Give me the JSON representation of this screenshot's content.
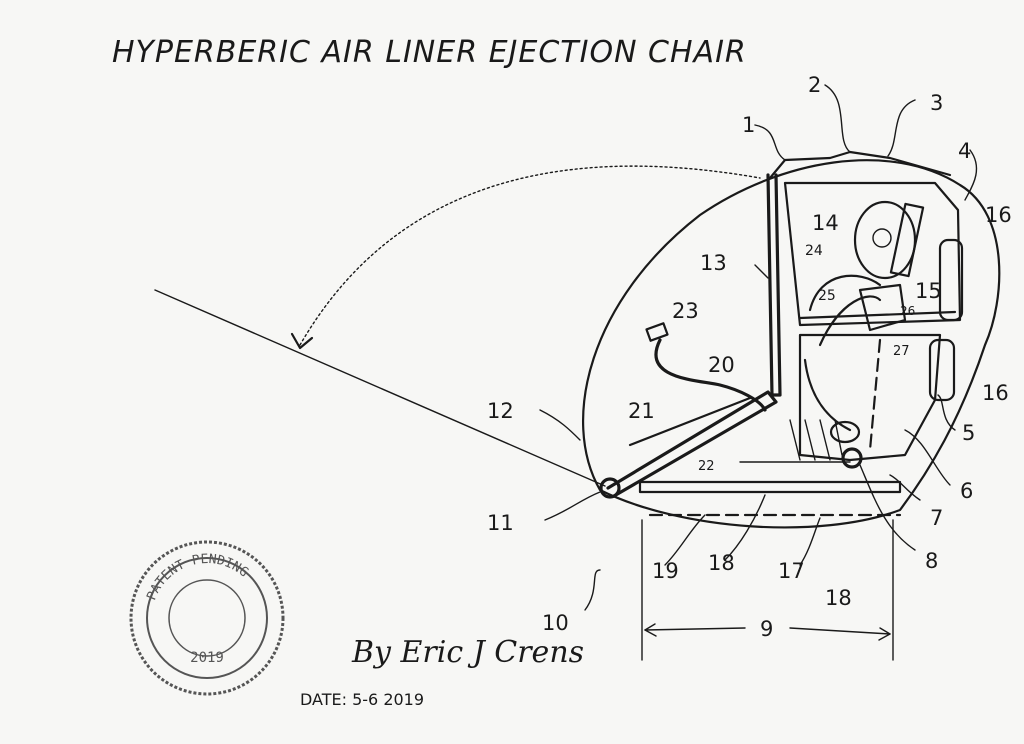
{
  "title": "HYPERBERIC AIR LINER EJECTION CHAIR",
  "callouts": [
    "1",
    "2",
    "3",
    "4",
    "5",
    "6",
    "7",
    "8",
    "9",
    "10",
    "11",
    "12",
    "13",
    "14",
    "15",
    "16",
    "16",
    "17",
    "18",
    "18",
    "19",
    "20",
    "21",
    "22",
    "23",
    "24",
    "25",
    "26",
    "27"
  ],
  "signature": "By Eric J Crens",
  "date": "DATE: 5-6 2019",
  "stamp": {
    "outer_text": "PATENT PENDING",
    "center_text": "2019"
  }
}
